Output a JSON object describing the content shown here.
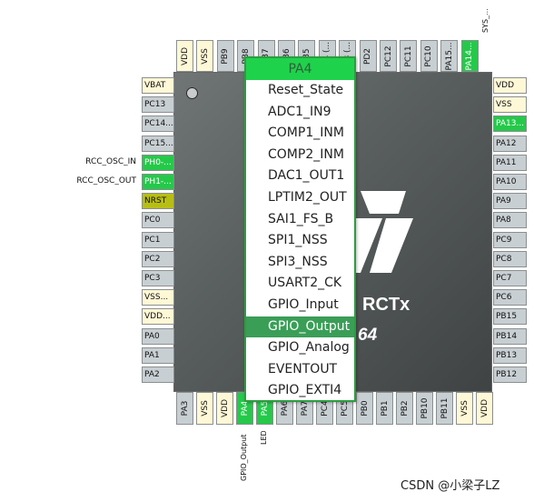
{
  "top_signal_label": "SYS_...",
  "top_pins": [
    {
      "name": "VDD",
      "type": "vdd"
    },
    {
      "name": "VSS",
      "type": "vdd"
    },
    {
      "name": "PB9",
      "type": "normal"
    },
    {
      "name": "PB8",
      "type": "normal"
    },
    {
      "name": "PB7",
      "type": "normal"
    },
    {
      "name": "PB6",
      "type": "normal"
    },
    {
      "name": "PB5",
      "type": "normal"
    },
    {
      "name": "PB4 (...",
      "type": "normal"
    },
    {
      "name": "PB3 (...",
      "type": "normal"
    },
    {
      "name": "PD2",
      "type": "normal"
    },
    {
      "name": "PC12",
      "type": "normal"
    },
    {
      "name": "PC11",
      "type": "normal"
    },
    {
      "name": "PC10",
      "type": "normal"
    },
    {
      "name": "PA15...",
      "type": "normal"
    },
    {
      "name": "PA14...",
      "type": "gpio"
    }
  ],
  "left_pins": [
    {
      "name": "VBAT",
      "type": "vdd",
      "signal": ""
    },
    {
      "name": "PC13",
      "type": "normal",
      "signal": ""
    },
    {
      "name": "PC14...",
      "type": "normal",
      "signal": ""
    },
    {
      "name": "PC15...",
      "type": "normal",
      "signal": ""
    },
    {
      "name": "PH0-...",
      "type": "gpio",
      "signal": "RCC_OSC_IN"
    },
    {
      "name": "PH1-...",
      "type": "gpio",
      "signal": "RCC_OSC_OUT"
    },
    {
      "name": "NRST",
      "type": "nrst",
      "signal": ""
    },
    {
      "name": "PC0",
      "type": "normal",
      "signal": ""
    },
    {
      "name": "PC1",
      "type": "normal",
      "signal": ""
    },
    {
      "name": "PC2",
      "type": "normal",
      "signal": ""
    },
    {
      "name": "PC3",
      "type": "normal",
      "signal": ""
    },
    {
      "name": "VSS...",
      "type": "vdd",
      "signal": ""
    },
    {
      "name": "VDD...",
      "type": "vdd",
      "signal": ""
    },
    {
      "name": "PA0",
      "type": "normal",
      "signal": ""
    },
    {
      "name": "PA1",
      "type": "normal",
      "signal": ""
    },
    {
      "name": "PA2",
      "type": "normal",
      "signal": ""
    }
  ],
  "right_pins": [
    {
      "name": "VDD",
      "type": "vdd"
    },
    {
      "name": "VSS",
      "type": "vdd"
    },
    {
      "name": "PA13...",
      "type": "gpio"
    },
    {
      "name": "PA12",
      "type": "normal"
    },
    {
      "name": "PA11",
      "type": "normal"
    },
    {
      "name": "PA10",
      "type": "normal"
    },
    {
      "name": "PA9",
      "type": "normal"
    },
    {
      "name": "PA8",
      "type": "normal"
    },
    {
      "name": "PC9",
      "type": "normal"
    },
    {
      "name": "PC8",
      "type": "normal"
    },
    {
      "name": "PC7",
      "type": "normal"
    },
    {
      "name": "PC6",
      "type": "normal"
    },
    {
      "name": "PB15",
      "type": "normal"
    },
    {
      "name": "PB14",
      "type": "normal"
    },
    {
      "name": "PB13",
      "type": "normal"
    },
    {
      "name": "PB12",
      "type": "normal"
    }
  ],
  "bottom_pins": [
    {
      "name": "PA3",
      "type": "normal",
      "signal": ""
    },
    {
      "name": "VSS",
      "type": "vdd",
      "signal": ""
    },
    {
      "name": "VDD",
      "type": "vdd",
      "signal": ""
    },
    {
      "name": "PA4",
      "type": "gpio",
      "signal": "GPIO_Output"
    },
    {
      "name": "PA5",
      "type": "gpio",
      "signal": "LED"
    },
    {
      "name": "PA6",
      "type": "normal",
      "signal": ""
    },
    {
      "name": "PA7",
      "type": "normal",
      "signal": ""
    },
    {
      "name": "PC4",
      "type": "normal",
      "signal": ""
    },
    {
      "name": "PC5",
      "type": "normal",
      "signal": ""
    },
    {
      "name": "PB0",
      "type": "normal",
      "signal": ""
    },
    {
      "name": "PB1",
      "type": "normal",
      "signal": ""
    },
    {
      "name": "PB2",
      "type": "normal",
      "signal": ""
    },
    {
      "name": "PB10",
      "type": "normal",
      "signal": ""
    },
    {
      "name": "PB11",
      "type": "normal",
      "signal": ""
    },
    {
      "name": "VSS",
      "type": "vdd",
      "signal": ""
    },
    {
      "name": "VDD",
      "type": "vdd",
      "signal": ""
    }
  ],
  "chip": {
    "name_text": "RCTx",
    "package_text": "64"
  },
  "popup": {
    "title": "PA4",
    "items": [
      "Reset_State",
      "ADC1_IN9",
      "COMP1_INM",
      "COMP2_INM",
      "DAC1_OUT1",
      "LPTIM2_OUT",
      "SAI1_FS_B",
      "SPI1_NSS",
      "SPI3_NSS",
      "USART2_CK",
      "GPIO_Input",
      "GPIO_Output",
      "GPIO_Analog",
      "EVENTOUT",
      "GPIO_EXTI4"
    ],
    "selected": "GPIO_Output"
  },
  "watermark": "CSDN @小梁子LZ",
  "colors": {
    "gpio": "#25c94a",
    "vdd": "#fff8d6",
    "nrst": "#b7be13",
    "pin": "#c8cfd3",
    "selected": "#3a9e57"
  }
}
